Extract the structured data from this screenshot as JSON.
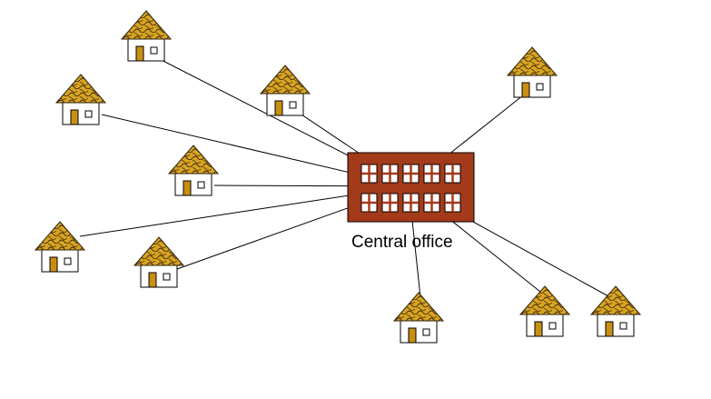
{
  "diagram": {
    "central_label": "Central office",
    "colors": {
      "background": "#ffffff",
      "link_line": "#000000",
      "office_fill": "#a33a1a",
      "office_window": "#ffffff",
      "roof_fill": "#d8a321",
      "roof_pattern": "#3a2a10",
      "house_wall": "#ffffff",
      "door_fill": "#c98f13"
    },
    "nodes": {
      "central": {
        "id": "central-office",
        "icon": "office-building-icon"
      },
      "houses": [
        {
          "id": "house-1",
          "icon": "house-icon"
        },
        {
          "id": "house-2",
          "icon": "house-icon"
        },
        {
          "id": "house-3",
          "icon": "house-icon"
        },
        {
          "id": "house-4",
          "icon": "house-icon"
        },
        {
          "id": "house-5",
          "icon": "house-icon"
        },
        {
          "id": "house-6",
          "icon": "house-icon"
        },
        {
          "id": "house-7",
          "icon": "house-icon"
        },
        {
          "id": "house-8",
          "icon": "house-icon"
        },
        {
          "id": "house-9",
          "icon": "house-icon"
        },
        {
          "id": "house-10",
          "icon": "house-icon"
        },
        {
          "id": "house-11",
          "icon": "house-icon"
        }
      ]
    },
    "links": [
      [
        "central-office",
        "house-1"
      ],
      [
        "central-office",
        "house-2"
      ],
      [
        "central-office",
        "house-3"
      ],
      [
        "central-office",
        "house-4"
      ],
      [
        "central-office",
        "house-5"
      ],
      [
        "central-office",
        "house-6"
      ],
      [
        "central-office",
        "house-7"
      ],
      [
        "central-office",
        "house-8"
      ],
      [
        "central-office",
        "house-9"
      ],
      [
        "central-office",
        "house-10"
      ],
      [
        "central-office",
        "house-11"
      ]
    ]
  }
}
